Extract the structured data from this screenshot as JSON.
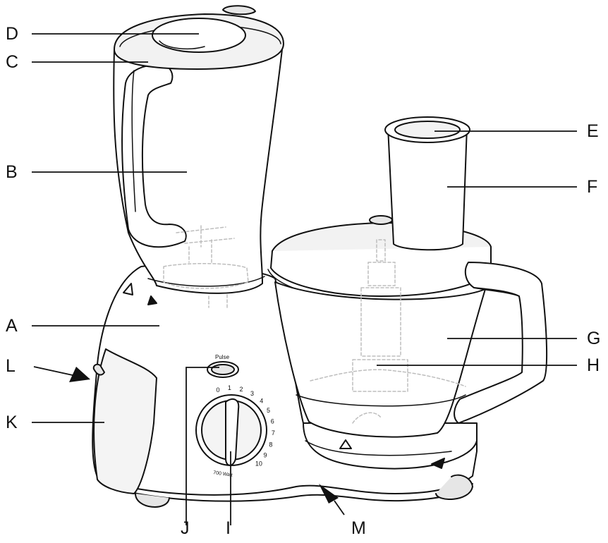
{
  "figure": {
    "callouts": {
      "A": "A",
      "B": "B",
      "C": "C",
      "D": "D",
      "E": "E",
      "F": "F",
      "G": "G",
      "H": "H",
      "I": "I",
      "J": "J",
      "K": "K",
      "L": "L",
      "M": "M"
    },
    "dial": {
      "pulse_label": "Pulse",
      "scale": [
        "0",
        "1",
        "2",
        "3",
        "4",
        "5",
        "6",
        "7",
        "8",
        "9",
        "10"
      ],
      "power_label": "700 Watt"
    },
    "colors": {
      "line": "#111111",
      "body": "#ffffff",
      "shade": "#e6e6e6",
      "ghost": "#bdbdbd"
    }
  }
}
